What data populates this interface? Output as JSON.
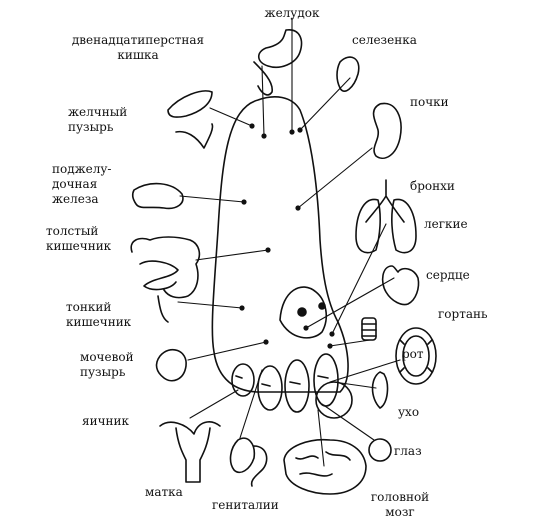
{
  "labels": {
    "zheludok": "желудок",
    "dvenadtsatiperstnaya": "двенадцатиперстная\nкишка",
    "selezenka": "селезенка",
    "zhelchny": "желчный\nпузырь",
    "pochki": "почки",
    "podzheludochnaya": "поджелу-\nдочная\nжелеза",
    "bronhi": "бронхи",
    "tolsty": "толстый\nкишечник",
    "legkie": "легкие",
    "serdtse": "сердце",
    "tonky": "тонкий\nкишечник",
    "gortan": "гортань",
    "mochevoy": "мочевой\nпузырь",
    "rot": "рот",
    "yaichnik": "яичник",
    "uho": "ухо",
    "glaz": "глаз",
    "matka": "матка",
    "genitalii": "гениталии",
    "golovnoy_mozg": "головной\nмозг"
  }
}
